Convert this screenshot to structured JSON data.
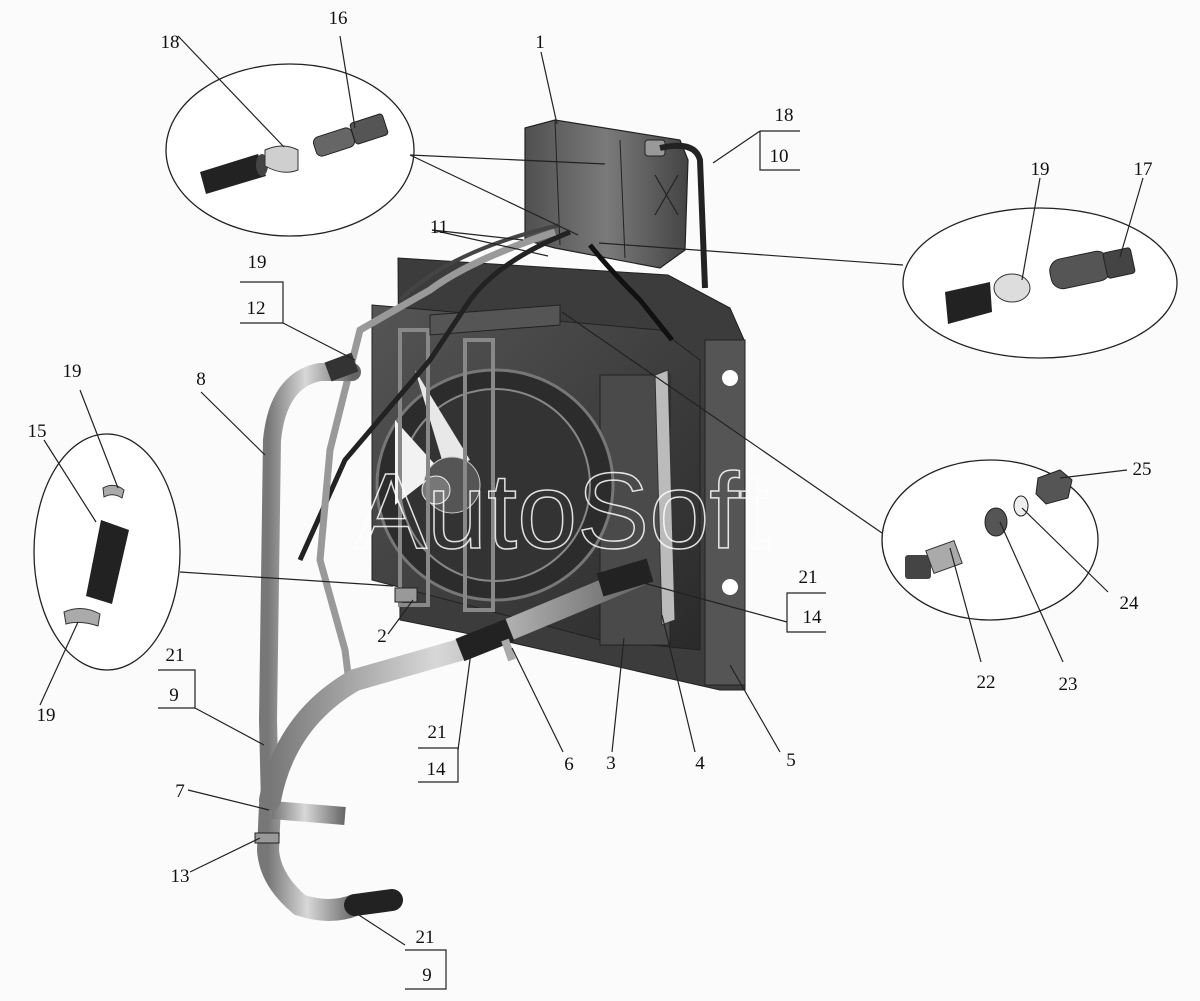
{
  "diagram": {
    "watermark": "AutoSoft",
    "callouts": [
      {
        "id": "c1",
        "text": "1"
      },
      {
        "id": "c2",
        "text": "2"
      },
      {
        "id": "c3",
        "text": "3"
      },
      {
        "id": "c4",
        "text": "4"
      },
      {
        "id": "c5",
        "text": "5"
      },
      {
        "id": "c6",
        "text": "6"
      },
      {
        "id": "c7",
        "text": "7"
      },
      {
        "id": "c8",
        "text": "8"
      },
      {
        "id": "c11",
        "text": "11"
      },
      {
        "id": "c13",
        "text": "13"
      },
      {
        "id": "c15",
        "text": "15"
      },
      {
        "id": "c16",
        "text": "16"
      },
      {
        "id": "c17",
        "text": "17"
      },
      {
        "id": "c18a",
        "text": "18"
      },
      {
        "id": "c19a",
        "text": "19"
      },
      {
        "id": "c19b",
        "text": "19"
      },
      {
        "id": "c19c",
        "text": "19"
      },
      {
        "id": "c22",
        "text": "22"
      },
      {
        "id": "c23",
        "text": "23"
      },
      {
        "id": "c24",
        "text": "24"
      },
      {
        "id": "c25",
        "text": "25"
      }
    ],
    "fraction_labels": [
      {
        "id": "f18_10",
        "top": "18",
        "bottom": "10"
      },
      {
        "id": "f19_12",
        "top": "19",
        "bottom": "12"
      },
      {
        "id": "f21_9a",
        "top": "21",
        "bottom": "9"
      },
      {
        "id": "f21_14a",
        "top": "21",
        "bottom": "14"
      },
      {
        "id": "f21_14b",
        "top": "21",
        "bottom": "14"
      },
      {
        "id": "f21_9b",
        "top": "21",
        "bottom": "9"
      }
    ]
  }
}
